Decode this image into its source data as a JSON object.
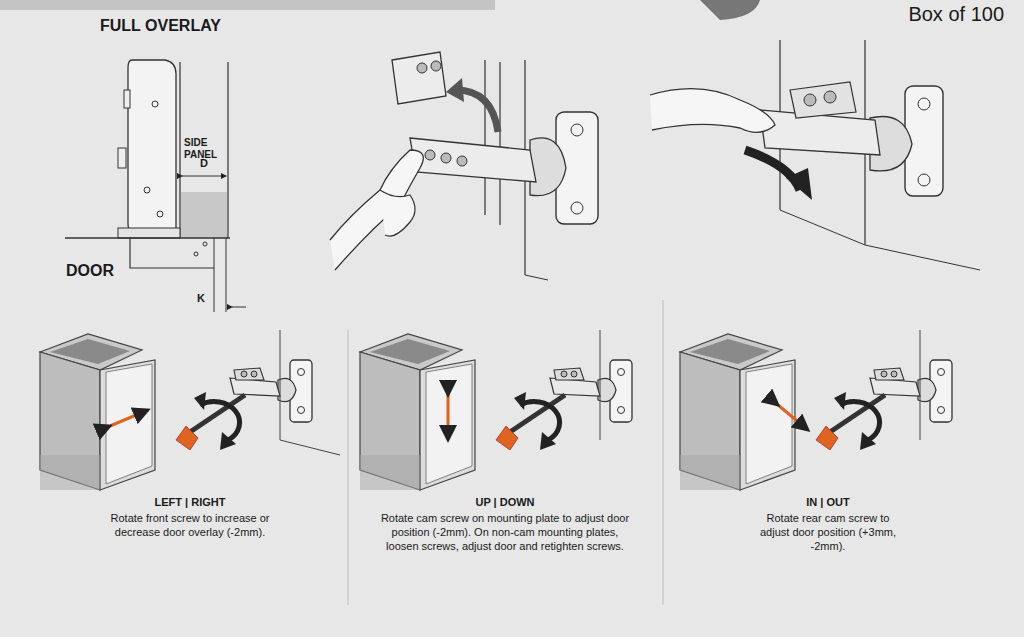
{
  "diagram": {
    "title": "FULL OVERLAY",
    "labels": [
      "Box of 100",
      "SIDE PANEL",
      "D",
      "DOOR",
      "K",
      "LEFT | RIGHT",
      "Rotate front screw to increase or decrease door overlay (-2mm).",
      "UP | DOWN",
      "Rotate cam screw on mounting plate to adjust door position (-2mm). On non-cam mounting plates, loosen screws, adjust door and retighten screws.",
      "IN | OUT",
      "Rotate rear cam screw to adjust door position (+3mm, -2mm)."
    ]
  }
}
